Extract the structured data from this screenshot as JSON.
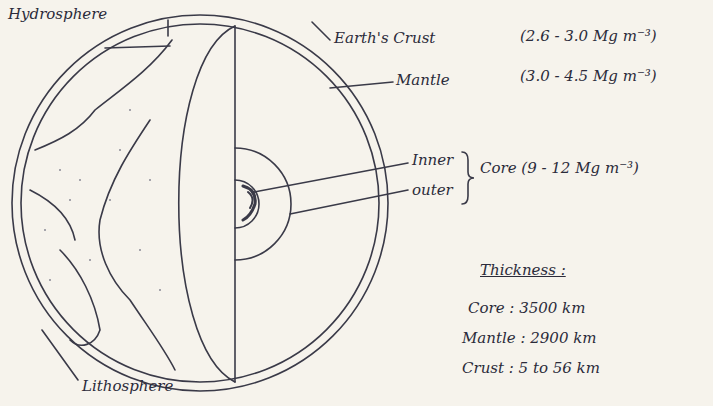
{
  "diagram": {
    "labels": [
      "Hydrosphere",
      "Earth's Crust",
      "(2.6 - 3.0 Mg m⁻³)",
      "Mantle",
      "(3.0 - 4.5 Mg m⁻³)",
      "Inner",
      "outer",
      "Core (9 - 12 Mg m⁻³)",
      "Thickness :",
      "Core : 3500 km",
      "Mantle : 2900 km",
      "Crust : 5 to 56 km",
      "Lithosphere"
    ]
  }
}
